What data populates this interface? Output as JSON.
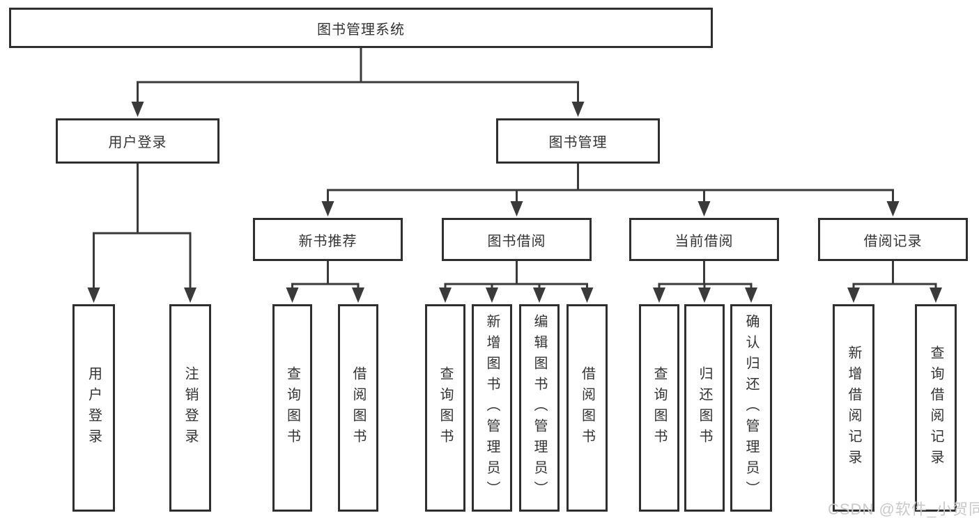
{
  "diagram": {
    "root": {
      "label": "图书管理系统"
    },
    "level2": [
      {
        "id": "user-login",
        "label": "用户登录"
      },
      {
        "id": "book-management",
        "label": "图书管理"
      }
    ],
    "level3": [
      {
        "id": "new-book-recommend",
        "label": "新书推荐"
      },
      {
        "id": "book-borrowing",
        "label": "图书借阅"
      },
      {
        "id": "current-borrowing",
        "label": "当前借阅"
      },
      {
        "id": "borrowing-records",
        "label": "借阅记录"
      }
    ],
    "leaves": [
      {
        "parent": "user-login",
        "label": "用户登录"
      },
      {
        "parent": "user-login",
        "label": "注销登录"
      },
      {
        "parent": "new-book-recommend",
        "label": "查询图书"
      },
      {
        "parent": "new-book-recommend",
        "label": "借阅图书"
      },
      {
        "parent": "book-borrowing",
        "label": "查询图书"
      },
      {
        "parent": "book-borrowing",
        "label": "新增图书（管理员）"
      },
      {
        "parent": "book-borrowing",
        "label": "编辑图书（管理员）"
      },
      {
        "parent": "book-borrowing",
        "label": "借阅图书"
      },
      {
        "parent": "current-borrowing",
        "label": "查询图书"
      },
      {
        "parent": "current-borrowing",
        "label": "归还图书"
      },
      {
        "parent": "current-borrowing",
        "label": "确认归还（管理员）"
      },
      {
        "parent": "borrowing-records",
        "label": "新增借阅记录"
      },
      {
        "parent": "borrowing-records",
        "label": "查询借阅记录"
      }
    ]
  },
  "watermark": {
    "text": "CSDN @软件_小贺同学",
    "color": "#c9c9c9"
  },
  "colors": {
    "background": "#ffffff",
    "line": "#3a3a3a",
    "box_border": "#2f2f2f",
    "text": "#333333",
    "watermark": "#c9c9c9"
  }
}
